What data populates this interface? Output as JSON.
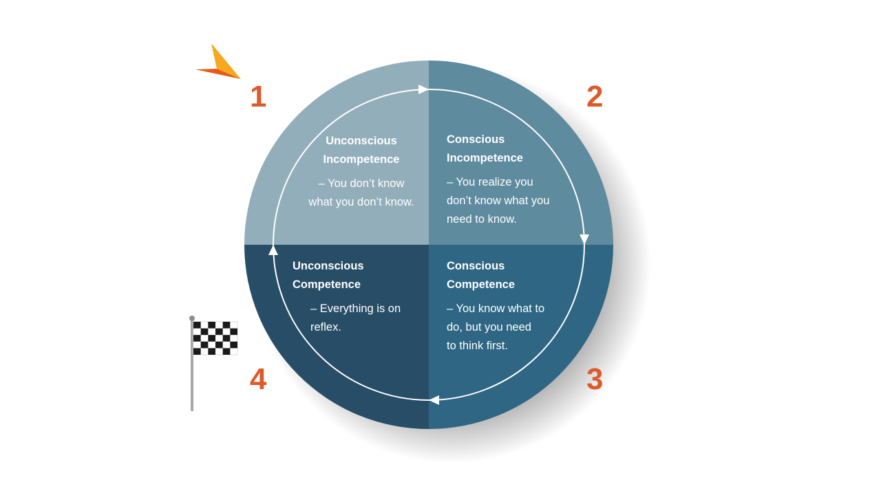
{
  "colors": {
    "q1": "#93aebb",
    "q2": "#5f8b9f",
    "q3": "#2f6683",
    "q4": "#284d66",
    "number": "#dd5a2b",
    "cursor_light": "#f6a821",
    "cursor_dark": "#e45a16"
  },
  "icons": {
    "cursor": "arrow-cursor-icon",
    "flag": "checkered-flag-icon"
  },
  "quadrants": [
    {
      "number": "1",
      "title": "Unconscious\nIncompetence",
      "description": "– You don’t know\nwhat you don’t know."
    },
    {
      "number": "2",
      "title": "Conscious\nIncompetence",
      "description": " – You realize you\ndon’t know what you\nneed to know."
    },
    {
      "number": "3",
      "title": "Conscious\nCompetence",
      "description": "– You know what to\ndo, but you need\nto think first."
    },
    {
      "number": "4",
      "title": "Unconscious\nCompetence",
      "description": "– Everything is on\nreflex."
    }
  ]
}
